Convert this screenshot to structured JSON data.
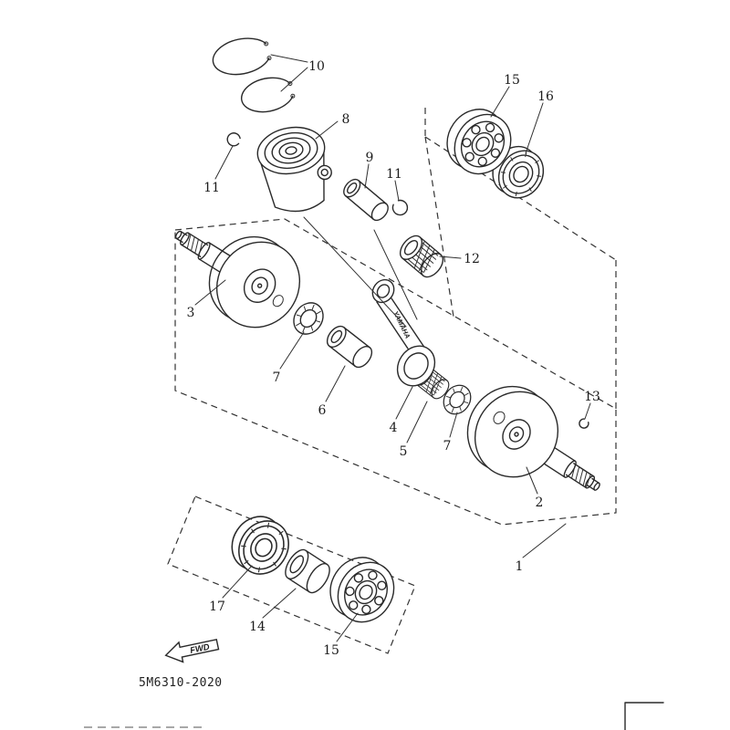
{
  "figure": {
    "drawing_number": "5M6310-2020",
    "fwd_label": "FWD",
    "rod_brand_text": "YAMAHA",
    "line_color": "#2a2a2a",
    "background_color": "#ffffff",
    "callouts": {
      "n1": "1",
      "n2": "2",
      "n3": "3",
      "n4": "4",
      "n5": "5",
      "n6": "6",
      "n7": "7",
      "n8": "8",
      "n9": "9",
      "n10": "10",
      "n11": "11",
      "n12": "12",
      "n13": "13",
      "n14": "14",
      "n15": "15",
      "n16": "16",
      "n17": "17"
    }
  }
}
